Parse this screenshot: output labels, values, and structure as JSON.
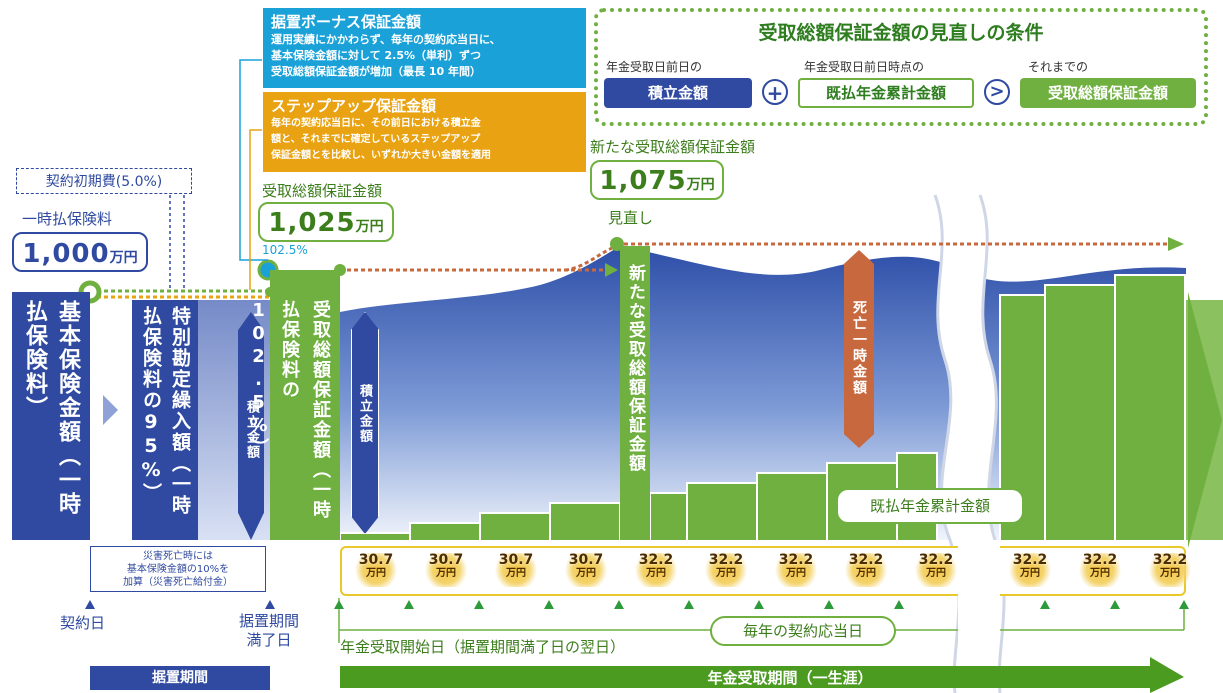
{
  "legend": {
    "bonus": {
      "title": "据置ボーナス保証金額",
      "lines": [
        "運用実績にかかわらず、毎年の契約応当日に、",
        "基本保険金額に対して 2.5%（単利）ずつ",
        "受取総額保証金額が増加（最長 10 年間）"
      ],
      "color": "#1aa1d8"
    },
    "stepup": {
      "title": "ステップアップ保証金額",
      "lines": [
        "毎年の契約応当日に、その前日における積立金",
        "額と、それまでに確定しているステップアップ",
        "保証金額とを比較し、いずれか大きい金額を適用"
      ],
      "color": "#e8a212"
    }
  },
  "review": {
    "title": "受取総額保証金額の見直しの条件",
    "col1_label": "年金受取日前日の",
    "col1_value": "積立金額",
    "plus": "+",
    "col2_label": "年金受取日前日時点の",
    "col2_value": "既払年金累計金額",
    "gt": ">",
    "col3_label": "それまでの",
    "col3_value": "受取総額保証金額"
  },
  "initial_fee": "契約初期費(5.0%)",
  "lump_sum": {
    "label": "一時払保険料",
    "value": "1,000",
    "unit": "万円"
  },
  "guarantee": {
    "label": "受取総額保証金額",
    "value": "1,025",
    "unit": "万円",
    "pct": "102.5%"
  },
  "new_guarantee": {
    "label": "新たな受取総額保証金額",
    "value": "1,075",
    "unit": "万円",
    "review_label": "見直し"
  },
  "bars": {
    "basic": "基本保険金額（一時払保険料）",
    "special": "特別勘定繰入額（一時払保険料の95%）",
    "accum1": "積立金額",
    "guaranteed": "受取総額保証金額（一時払保険料の102.5%）",
    "accum2": "積立金額",
    "new_guaranteed": "新たな受取総額保証金額",
    "death": "死亡一時金額"
  },
  "paid_cumulative": "既払年金累計金額",
  "death_note": [
    "災害死亡時には",
    "基本保険金額の10%を",
    "加算（災害死亡給付金）"
  ],
  "payments": [
    {
      "v": "30.7",
      "u": "万円"
    },
    {
      "v": "30.7",
      "u": "万円"
    },
    {
      "v": "30.7",
      "u": "万円"
    },
    {
      "v": "30.7",
      "u": "万円"
    },
    {
      "v": "32.2",
      "u": "万円"
    },
    {
      "v": "32.2",
      "u": "万円"
    },
    {
      "v": "32.2",
      "u": "万円"
    },
    {
      "v": "32.2",
      "u": "万円"
    },
    {
      "v": "32.2",
      "u": "万円"
    },
    {
      "v": "32.2",
      "u": "万円"
    },
    {
      "v": "32.2",
      "u": "万円"
    },
    {
      "v": "32.2",
      "u": "万円"
    }
  ],
  "timeline": {
    "contract_day": "契約日",
    "deferral_end": [
      "据置期間",
      "満了日"
    ],
    "annuity_start": "年金受取開始日（据置期間満了日の翌日）",
    "anniversary": "毎年の契約応当日",
    "deferral_period": "据置期間",
    "payout_period": "年金受取期間（一生涯）"
  },
  "colors": {
    "navy": "#2f4aa0",
    "green": "#6fb040",
    "dark_green": "#4a9b1f",
    "orange": "#c8683e"
  }
}
